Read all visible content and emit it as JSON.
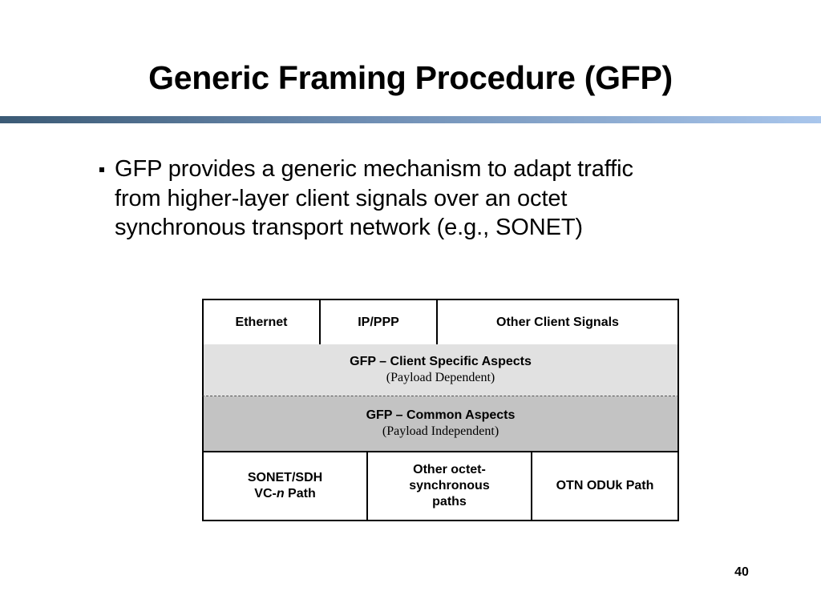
{
  "slide": {
    "title": "Generic Framing Procedure (GFP)",
    "bullet": "GFP provides a generic mechanism to adapt traffic from higher-layer client signals over an octet synchronous transport network (e.g., SONET)",
    "page_number": "40"
  },
  "diagram": {
    "clients": [
      "Ethernet",
      "IP/PPP",
      "Other Client Signals"
    ],
    "client_specific": {
      "label": "GFP – Client Specific Aspects",
      "sub": "(Payload Dependent)"
    },
    "common": {
      "label": "GFP – Common Aspects",
      "sub": "(Payload Independent)"
    },
    "transports": {
      "sonet_line1": "SONET/SDH",
      "sonet_vc": "VC-",
      "sonet_n": "n",
      "sonet_path": " Path",
      "other_line1": "Other octet-",
      "other_line2": "synchronous",
      "other_line3": "paths",
      "otn": "OTN ODUk Path"
    }
  }
}
